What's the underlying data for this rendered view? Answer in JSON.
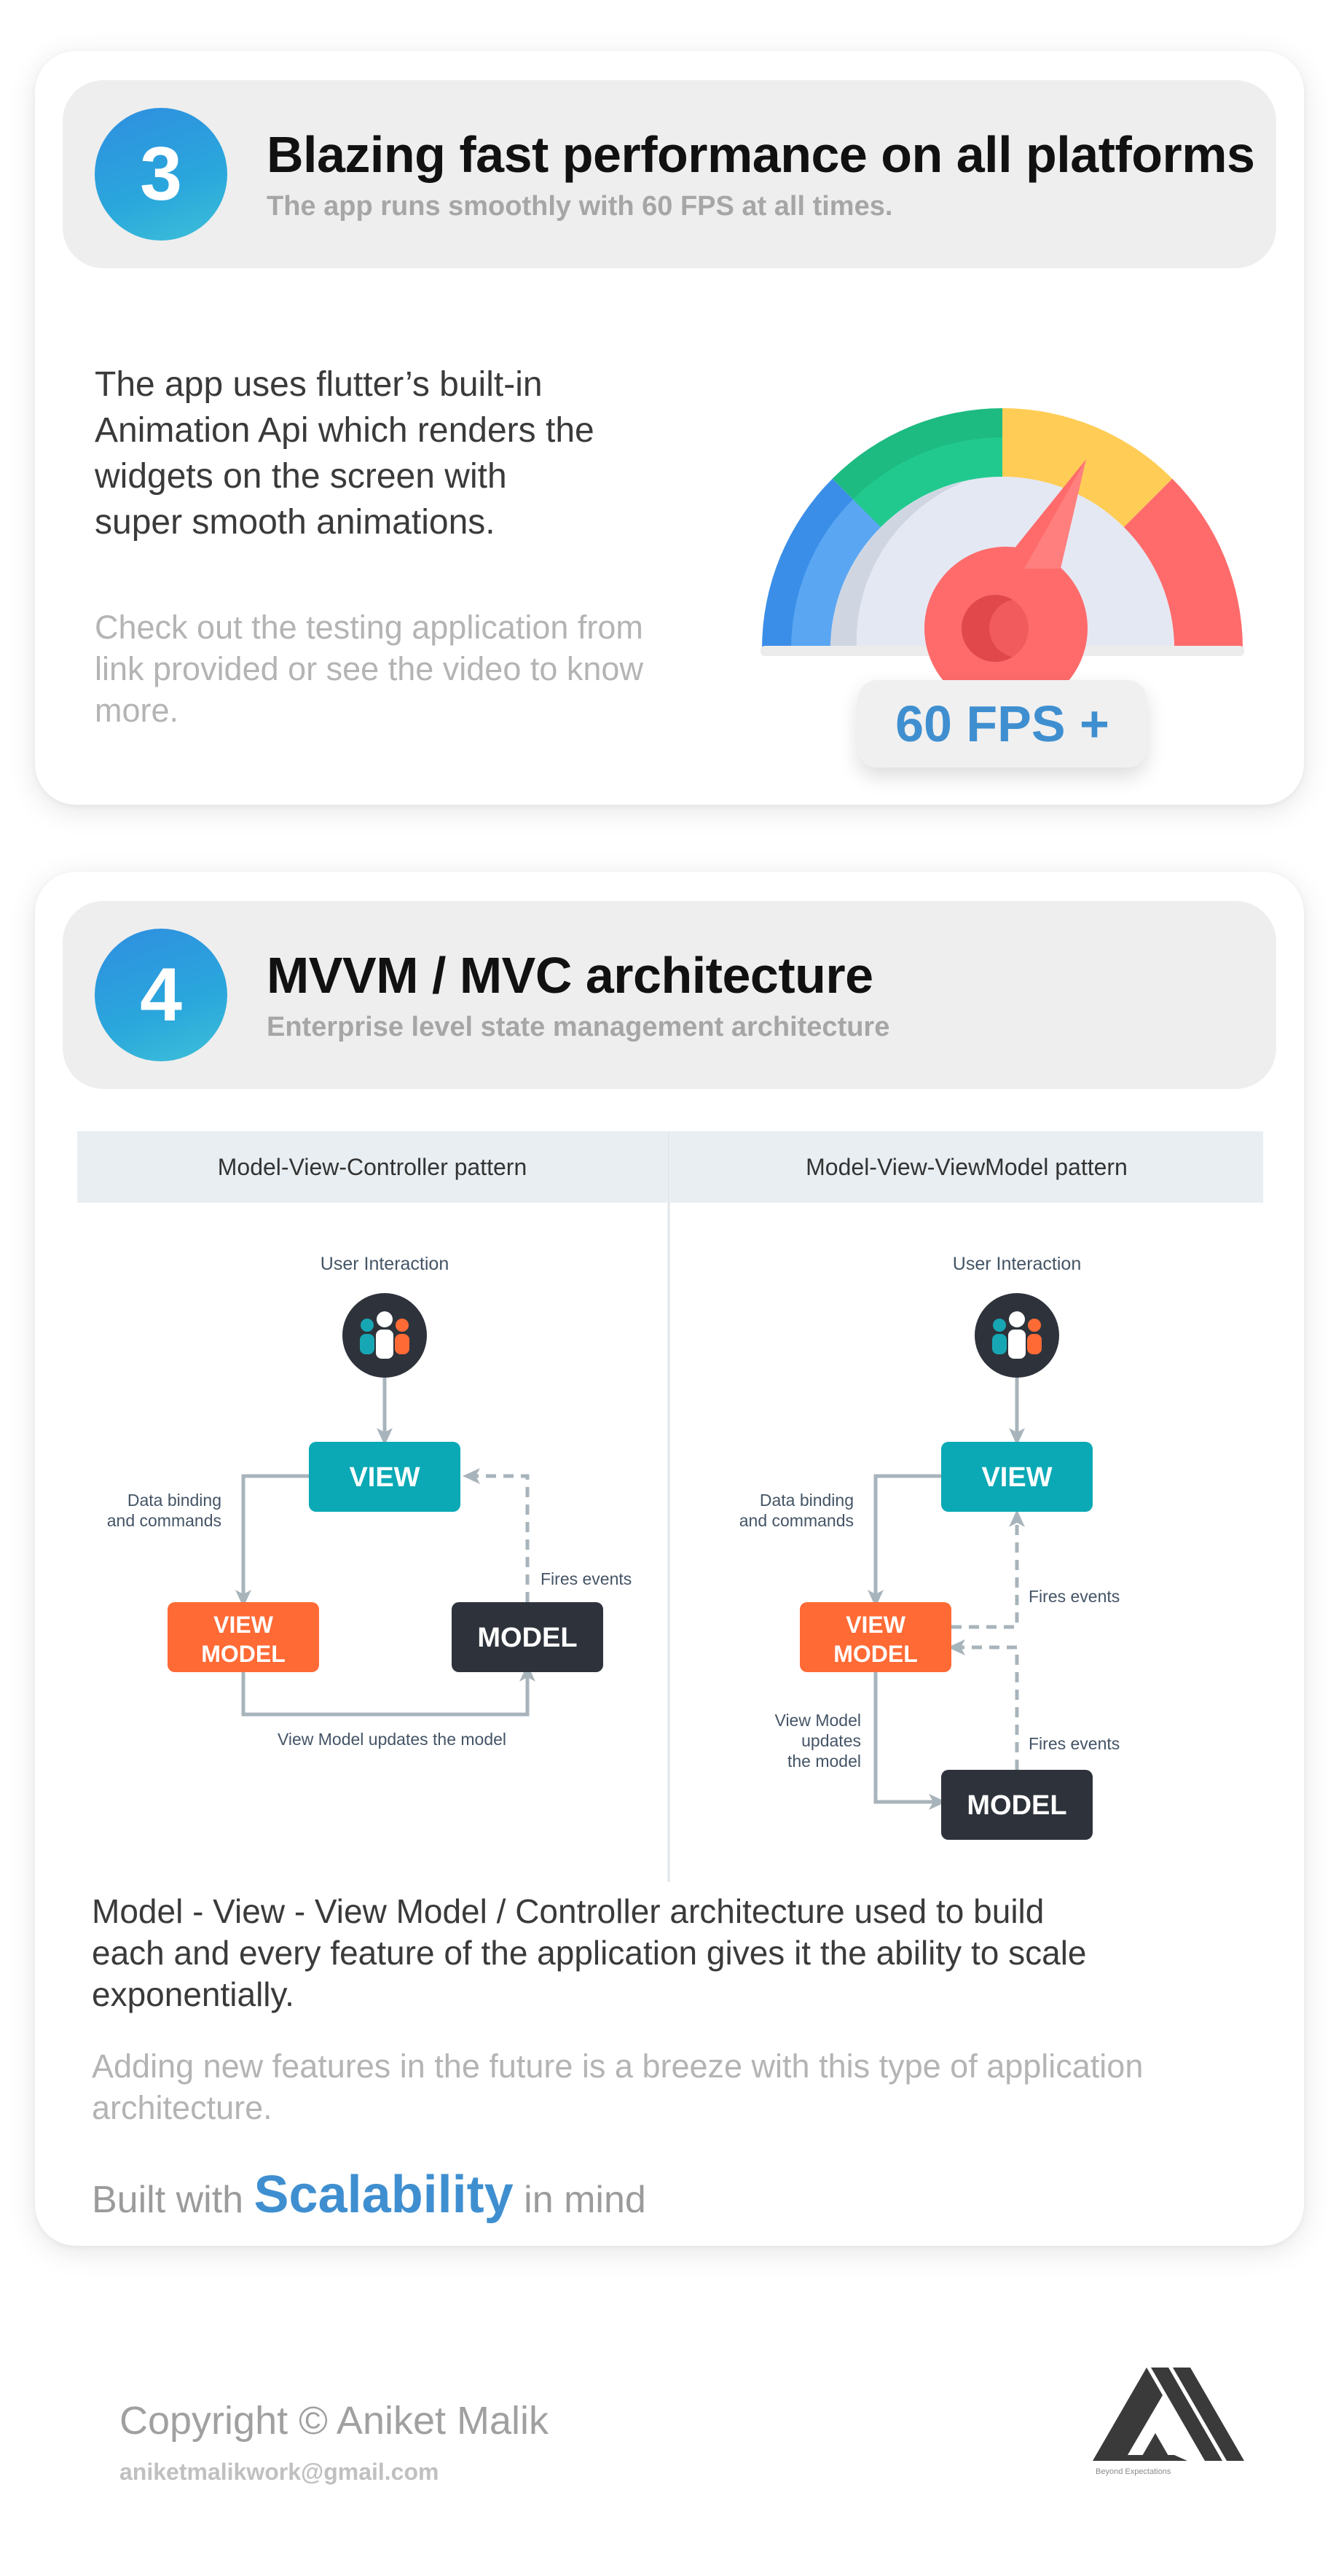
{
  "section3": {
    "number": "3",
    "title": "Blazing fast performance on all platforms",
    "subtitle": "The app runs smoothly with 60 FPS at all times.",
    "body": "The app uses flutter’s built-in\nAnimation Api which renders the\nwidgets on the screen with\nsuper smooth animations.",
    "note": "Check out the testing application from\nlink provided or see the video to know\nmore.",
    "fps_badge": "60 FPS +"
  },
  "section4": {
    "number": "4",
    "title": "MVVM / MVC architecture",
    "subtitle": "Enterprise level state management architecture",
    "mvc": {
      "header": "Model-View-Controller pattern",
      "user_interaction": "User Interaction",
      "view": "VIEW",
      "viewmodel_line1": "VIEW",
      "viewmodel_line2": "MODEL",
      "model": "MODEL",
      "data_binding_line1": "Data binding",
      "data_binding_line2": "and commands",
      "fires_events": "Fires events",
      "updates": "View Model updates the model"
    },
    "mvvm": {
      "header": "Model-View-ViewModel pattern",
      "user_interaction": "User Interaction",
      "view": "VIEW",
      "viewmodel_line1": "VIEW",
      "viewmodel_line2": "MODEL",
      "model": "MODEL",
      "data_binding_line1": "Data binding",
      "data_binding_line2": "and commands",
      "fires_events_1": "Fires events",
      "fires_events_2": "Fires events",
      "updates_line1": "View Model",
      "updates_line2": "updates",
      "updates_line3": "the model"
    },
    "body": "Model - View - View Model / Controller architecture used to build\neach and every feature of the application gives it the ability to scale\nexponentially.",
    "note": "Adding new features in the future is a breeze with this type of application\narchitecture.",
    "built_with": "Built with",
    "scalability": "Scalability",
    "in_mind": "in mind"
  },
  "footer": {
    "copyright": "Copyright © Aniket Malik",
    "email": "aniketmalikwork@gmail.com",
    "logo_text": "Beyond Expectations",
    "logo_icon": "am-logo-icon"
  },
  "colors": {
    "accent_blue": "#3f8fd0",
    "view_teal": "#0aa9b5",
    "viewmodel_orange": "#ff6a35",
    "model_dark": "#2e333b"
  }
}
